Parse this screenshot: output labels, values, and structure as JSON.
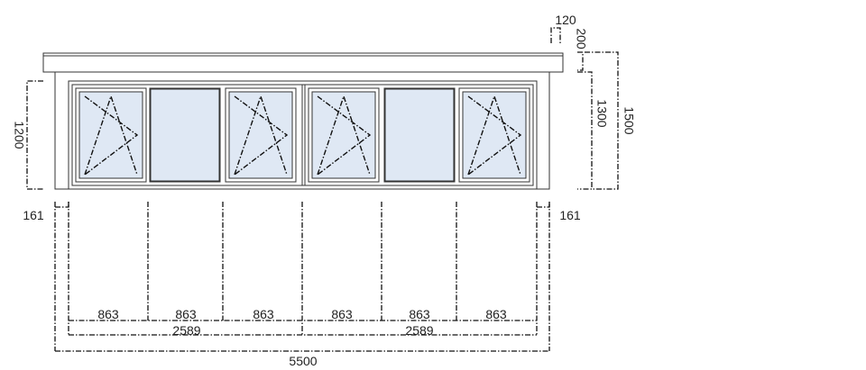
{
  "colors": {
    "glass": "#dfe8f4",
    "frame_line": "#333333",
    "dimension_line": "#111111"
  },
  "drawing": {
    "panels": [
      {
        "type": "tilt-turn"
      },
      {
        "type": "fixed"
      },
      {
        "type": "tilt-turn"
      },
      {
        "type": "tilt-turn"
      },
      {
        "type": "fixed"
      },
      {
        "type": "tilt-turn"
      }
    ]
  },
  "dimensions": {
    "top_offset": "120",
    "top_rise": "200",
    "frame_height": "1300",
    "total_height": "1500",
    "window_height": "1200",
    "side_left": "161",
    "side_right": "161",
    "panel_widths": [
      "863",
      "863",
      "863",
      "863",
      "863",
      "863"
    ],
    "group_widths": [
      "2589",
      "2589"
    ],
    "total_width": "5500"
  }
}
